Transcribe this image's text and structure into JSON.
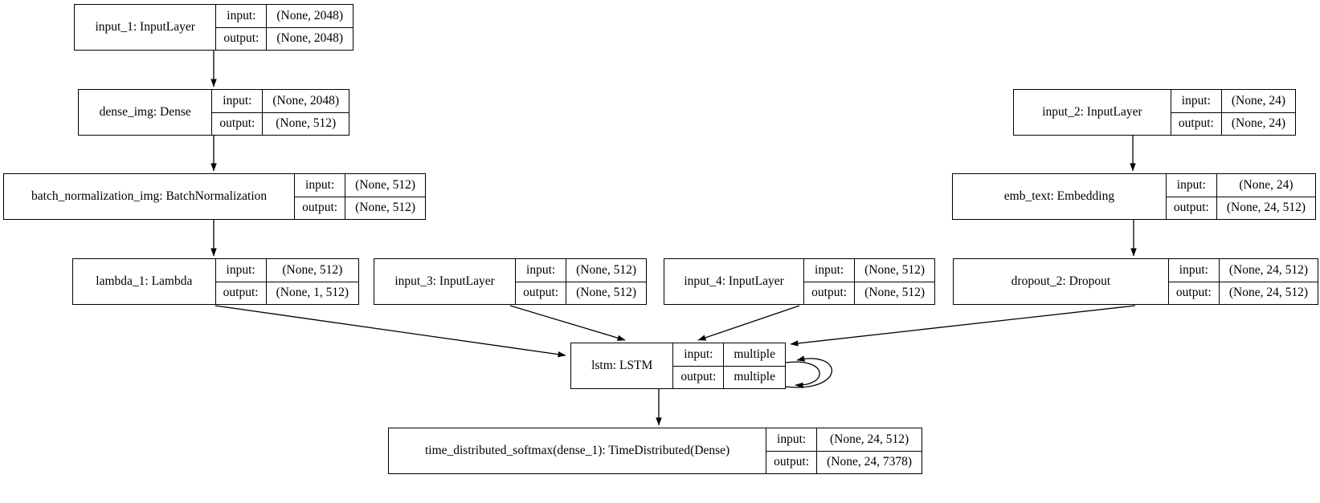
{
  "diagram_type": "keras-model-architecture",
  "colors": {
    "background": "#ffffff",
    "node_border": "#000000",
    "text": "#000000",
    "edge": "#000000"
  },
  "io_labels": {
    "input": "input:",
    "output": "output:"
  },
  "nodes": [
    {
      "id": "input_1",
      "name": "input_1: InputLayer",
      "input": "(None, 2048)",
      "output": "(None, 2048)"
    },
    {
      "id": "dense_img",
      "name": "dense_img: Dense",
      "input": "(None, 2048)",
      "output": "(None, 512)"
    },
    {
      "id": "batch_normalization_img",
      "name": "batch_normalization_img: BatchNormalization",
      "input": "(None, 512)",
      "output": "(None, 512)"
    },
    {
      "id": "lambda_1",
      "name": "lambda_1: Lambda",
      "input": "(None, 512)",
      "output": "(None, 1, 512)"
    },
    {
      "id": "input_3",
      "name": "input_3: InputLayer",
      "input": "(None, 512)",
      "output": "(None, 512)"
    },
    {
      "id": "input_4",
      "name": "input_4: InputLayer",
      "input": "(None, 512)",
      "output": "(None, 512)"
    },
    {
      "id": "input_2",
      "name": "input_2: InputLayer",
      "input": "(None, 24)",
      "output": "(None, 24)"
    },
    {
      "id": "emb_text",
      "name": "emb_text: Embedding",
      "input": "(None, 24)",
      "output": "(None, 24, 512)"
    },
    {
      "id": "dropout_2",
      "name": "dropout_2: Dropout",
      "input": "(None, 24, 512)",
      "output": "(None, 24, 512)"
    },
    {
      "id": "lstm",
      "name": "lstm: LSTM",
      "input": "multiple",
      "output": "multiple"
    },
    {
      "id": "time_distributed_softmax",
      "name": "time_distributed_softmax(dense_1): TimeDistributed(Dense)",
      "input": "(None, 24, 512)",
      "output": "(None, 24, 7378)"
    }
  ],
  "edges": [
    {
      "from": "input_1",
      "to": "dense_img"
    },
    {
      "from": "dense_img",
      "to": "batch_normalization_img"
    },
    {
      "from": "batch_normalization_img",
      "to": "lambda_1"
    },
    {
      "from": "input_2",
      "to": "emb_text"
    },
    {
      "from": "emb_text",
      "to": "dropout_2"
    },
    {
      "from": "lambda_1",
      "to": "lstm"
    },
    {
      "from": "input_3",
      "to": "lstm"
    },
    {
      "from": "input_4",
      "to": "lstm"
    },
    {
      "from": "dropout_2",
      "to": "lstm"
    },
    {
      "from": "lstm",
      "to": "lstm",
      "note": "recurrent self-loop (outer)"
    },
    {
      "from": "lstm",
      "to": "lstm",
      "note": "recurrent self-loop (inner)"
    },
    {
      "from": "lstm",
      "to": "time_distributed_softmax"
    }
  ]
}
